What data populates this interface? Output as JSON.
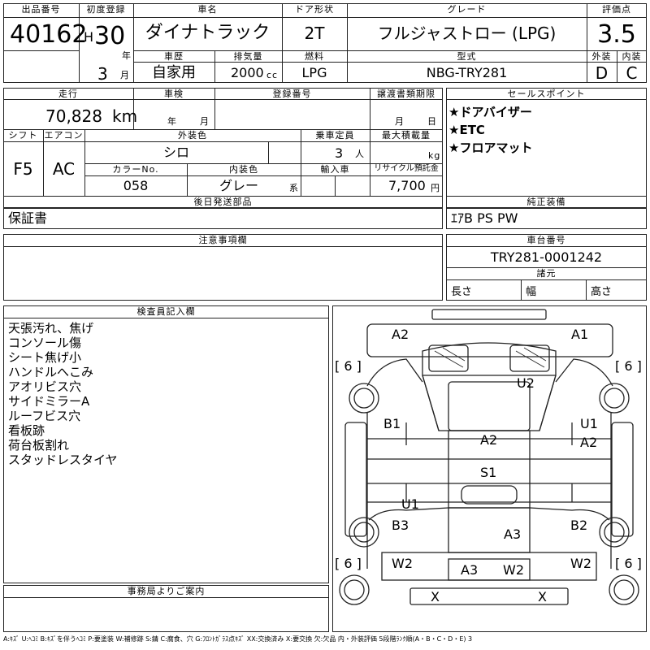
{
  "header": {
    "lot_no_label": "出品番号",
    "lot_no": "40162",
    "first_reg_label": "初度登録",
    "era": "H",
    "year": "30",
    "year_unit": "年",
    "month": "3",
    "month_unit": "月",
    "car_name_label": "車名",
    "car_name": "ダイナトラック",
    "history_label": "車歴",
    "history": "自家用",
    "displacement_label": "排気量",
    "displacement": "2000",
    "displacement_unit": "cc",
    "door_label": "ドア形状",
    "door": "2T",
    "fuel_label": "燃料",
    "fuel": "LPG",
    "grade_label": "グレード",
    "grade": "フルジャストロー (LPG)",
    "model_label": "型式",
    "model": "NBG-TRY281",
    "score_label": "評価点",
    "score": "3.5",
    "exterior_label": "外装",
    "exterior": "D",
    "interior_label": "内装",
    "interior": "C"
  },
  "details": {
    "mileage_label": "走行",
    "mileage": "70,828",
    "mileage_unit": "km",
    "inspection_label": "車検",
    "insp_year_unit": "年",
    "insp_month_unit": "月",
    "reg_no_label": "登録番号",
    "transfer_label": "譲渡書類期限",
    "transfer_month_unit": "月",
    "transfer_day_unit": "日",
    "shift_label": "シフト",
    "shift": "F5",
    "aircon_label": "エアコン",
    "aircon": "AC",
    "ext_color_label": "外装色",
    "ext_color": "シロ",
    "capacity_label": "乗車定員",
    "capacity": "3",
    "capacity_unit": "人",
    "max_load_label": "最大積載量",
    "max_load_unit": "kg",
    "color_no_label": "カラーNo.",
    "color_no": "058",
    "int_color_label": "内装色",
    "int_color": "グレー",
    "int_color_unit": "系",
    "import_label": "輸入車",
    "recycle_label": "リサイクル預託金",
    "recycle": "7,700",
    "recycle_unit": "円",
    "later_parts_label": "後日発送部品",
    "later_parts": "保証書",
    "notes_label": "注意事項欄"
  },
  "sales": {
    "label": "セールスポイント",
    "points": [
      "★ドアバイザー",
      "★ETC",
      "★フロアマット"
    ]
  },
  "equipment": {
    "label": "純正装備",
    "value": "ｴｱB PS PW"
  },
  "chassis": {
    "label": "車台番号",
    "value": "TRY281-0001242"
  },
  "dimensions": {
    "label": "諸元",
    "length_label": "長さ",
    "width_label": "幅",
    "height_label": "高さ"
  },
  "inspector": {
    "label": "検査員記入欄",
    "remarks": [
      "天張汚れ、焦げ",
      "コンソール傷",
      "シート焦げ小",
      "ハンドルへこみ",
      "アオリビス穴",
      "サイドミラーA",
      "ルーフビス穴",
      "看板跡",
      "荷台板割れ",
      "スタッドレスタイヤ"
    ]
  },
  "office": {
    "label": "事務局よりご案内"
  },
  "diagram": {
    "marks": {
      "a2_top": "A2",
      "a1_top": "A1",
      "tire_fl": "[ 6 ]",
      "tire_fr": "[ 6 ]",
      "tire_rl": "[ 6 ]",
      "tire_rr": "[ 6 ]",
      "u2": "U2",
      "b1": "B1",
      "u1_right": "U1",
      "a2_right": "A2",
      "a2_center": "A2",
      "s1": "S1",
      "u1_center": "U1",
      "b3": "B3",
      "a3_center": "A3",
      "b2": "B2",
      "w2_left": "W2",
      "a3_bottom": "A3",
      "w2_bottom": "W2",
      "w2_right": "W2",
      "x_left": "X",
      "x_right": "X"
    }
  },
  "legend": "A:ｷｽﾞ U:ﾍｺﾐ B:ｷｽﾞを伴うﾍｺﾐ P:要塗装 W:補修跡 S:錆 C:腐食、穴 G:ﾌﾛﾝﾄｶﾞﾗｽ点ｷｽﾞ XX:交換済み X:要交換 欠:欠品 内・外装評価 5段階ﾗﾝｸ順(A・B・C・D・E) 3"
}
